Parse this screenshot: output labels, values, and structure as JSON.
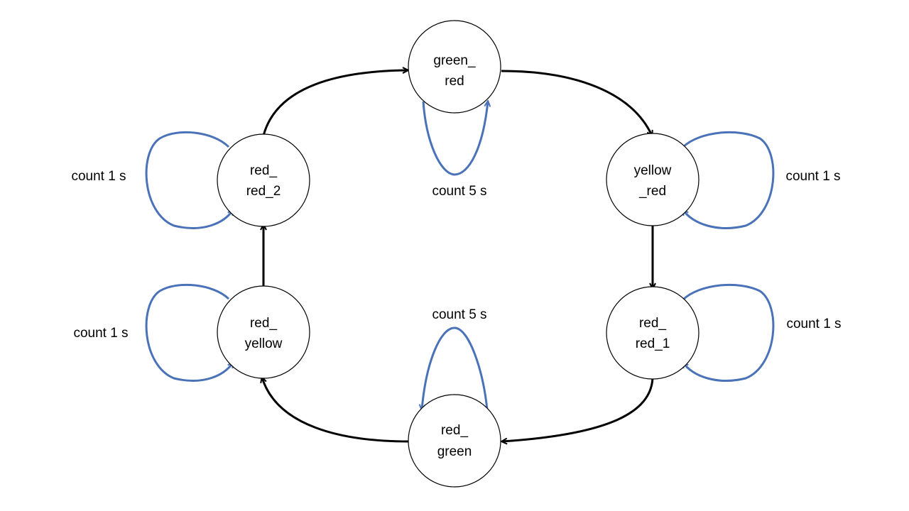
{
  "colors": {
    "node_stroke": "#000000",
    "node_fill": "#ffffff",
    "transition": "#000000",
    "self_loop": "#4a72b8"
  },
  "states": {
    "green_red": {
      "line1": "green_",
      "line2": "red"
    },
    "yellow_red": {
      "line1": "yellow",
      "line2": "_red"
    },
    "red_red_1": {
      "line1": "red_",
      "line2": "red_1"
    },
    "red_green": {
      "line1": "red_",
      "line2": "green"
    },
    "red_yellow": {
      "line1": "red_",
      "line2": "yellow"
    },
    "red_red_2": {
      "line1": "red_",
      "line2": "red_2"
    }
  },
  "self_loops": {
    "green_red": {
      "label": "count 5 s"
    },
    "yellow_red": {
      "label": "count 1 s"
    },
    "red_red_1": {
      "label": "count 1 s"
    },
    "red_green": {
      "label": "count 5 s"
    },
    "red_yellow": {
      "label": "count 1 s"
    },
    "red_red_2": {
      "label": "count 1 s"
    }
  },
  "transitions": [
    {
      "from": "green_red",
      "to": "yellow_red"
    },
    {
      "from": "yellow_red",
      "to": "red_red_1"
    },
    {
      "from": "red_red_1",
      "to": "red_green"
    },
    {
      "from": "red_green",
      "to": "red_yellow"
    },
    {
      "from": "red_yellow",
      "to": "red_red_2"
    },
    {
      "from": "red_red_2",
      "to": "green_red"
    }
  ]
}
